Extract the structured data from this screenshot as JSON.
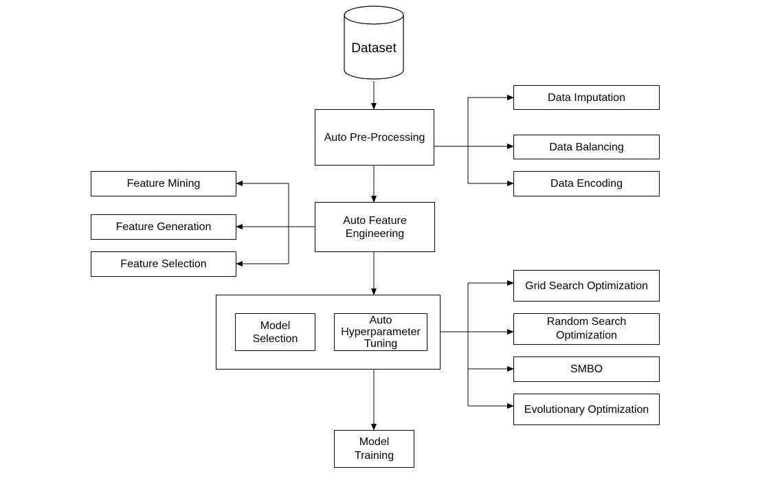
{
  "colors": {
    "stroke": "#000000",
    "background": "#ffffff"
  },
  "nodes": {
    "dataset": "Dataset",
    "auto_preprocessing": "Auto Pre-Processing",
    "data_imputation": "Data Imputation",
    "data_balancing": "Data Balancing",
    "data_encoding": "Data Encoding",
    "auto_feature_engineering": "Auto Feature\nEngineering",
    "feature_mining": "Feature Mining",
    "feature_generation": "Feature Generation",
    "feature_selection": "Feature Selection",
    "model_selection": "Model\nSelection",
    "auto_hyperparameter_tuning": "Auto\nHyperparameter\nTuning",
    "grid_search": "Grid Search Optimization",
    "random_search": "Random Search\nOptimization",
    "smbo": "SMBO",
    "evolutionary": "Evolutionary Optimization",
    "model_training": "Model\nTraining"
  }
}
